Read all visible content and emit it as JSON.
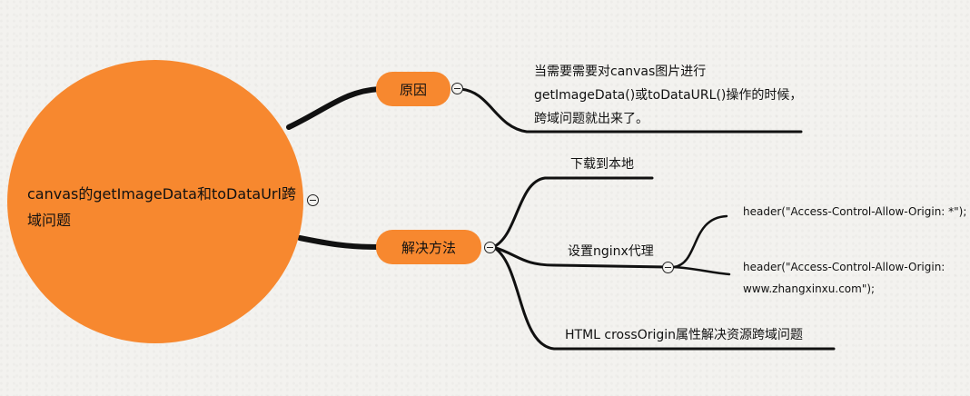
{
  "root": {
    "title": "canvas的getImageData和toDataUrl跨域问题"
  },
  "branch_reason": {
    "label": "原因",
    "note_lines": [
      "当需要需要对canvas图片进行",
      "getImageData()或toDataURL()操作的时候，",
      "跨域问题就出来了。"
    ]
  },
  "branch_solution": {
    "label": "解决方法",
    "items": {
      "download": "下载到本地",
      "nginx": "设置nginx代理",
      "crossorigin": "HTML crossOrigin属性解决资源跨域问题"
    },
    "nginx_children": {
      "header_all": "header(\"Access-Control-Allow-Origin: *\");",
      "header_site_line1": "header(\"Access-Control-Allow-Origin:",
      "header_site_line2": "www.zhangxinxu.com\");"
    }
  },
  "colors": {
    "node_fill": "#f7882f",
    "line": "#111111",
    "background": "#f3f2ef"
  },
  "icons": {
    "collapse": "collapse-minus-icon"
  }
}
